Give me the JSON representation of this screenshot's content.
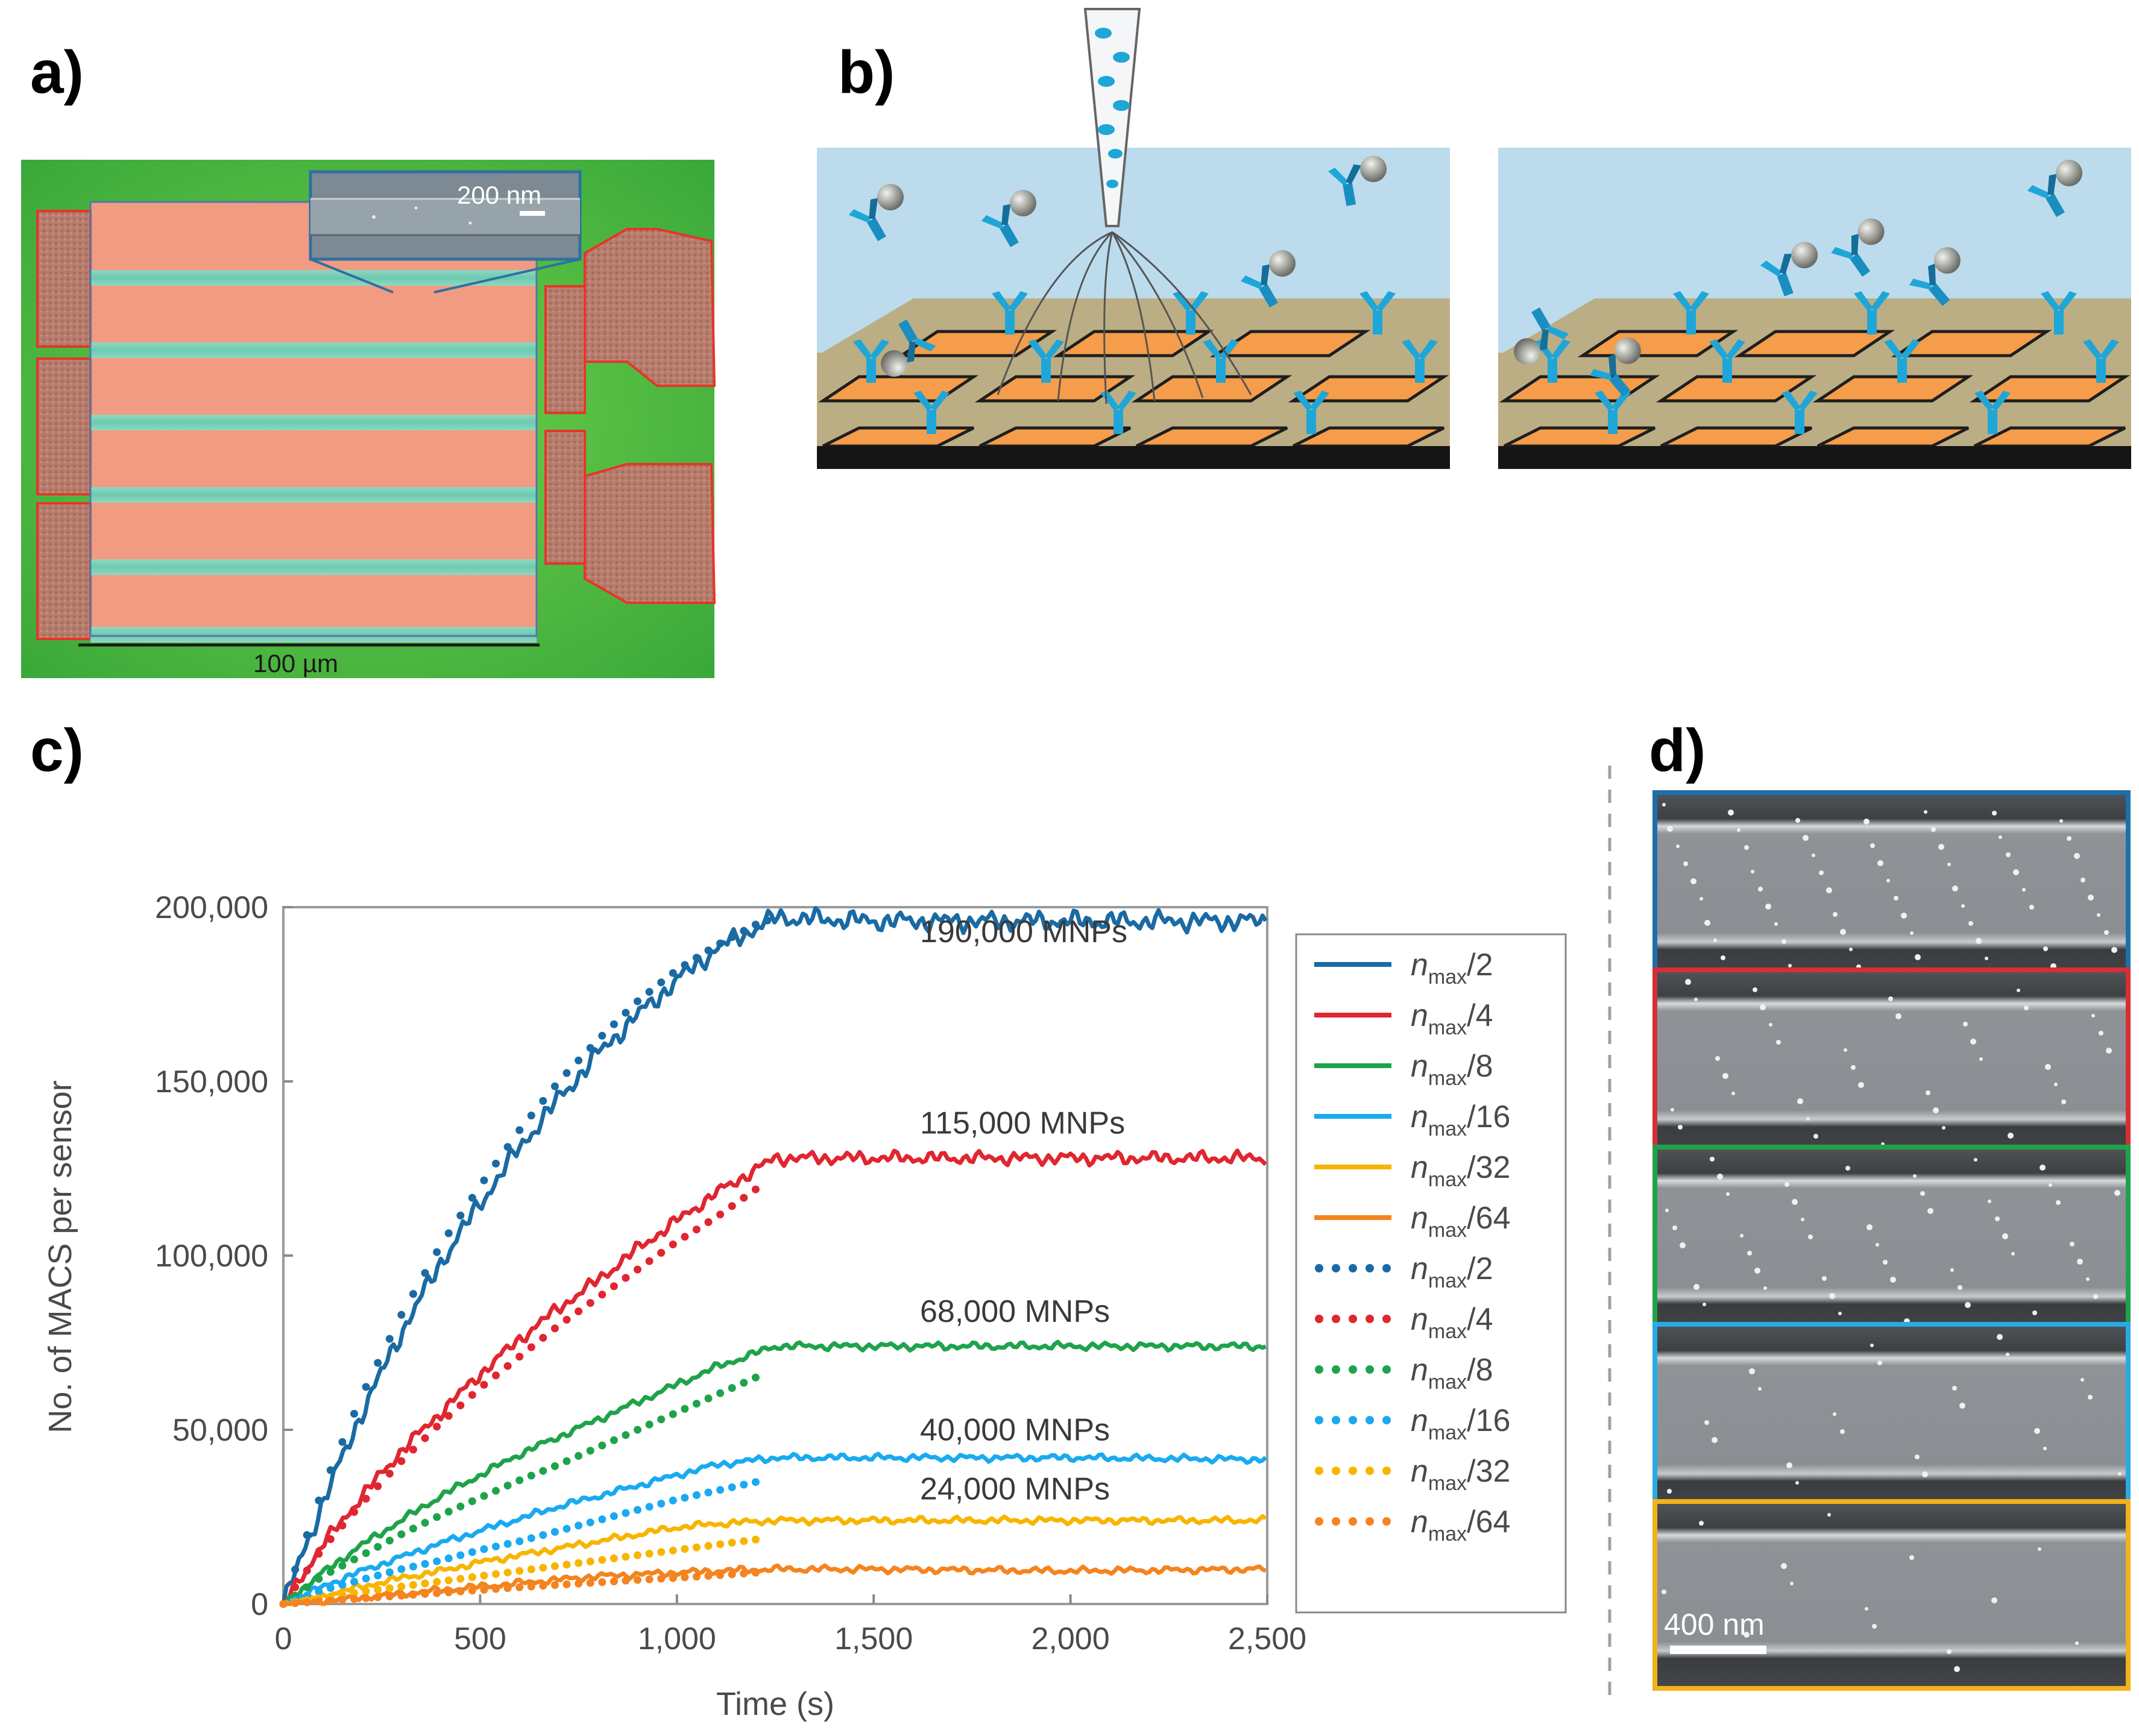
{
  "panels": {
    "a": {
      "label": "a)",
      "inset_scale": "200 nm",
      "scale_bar": "100 µm"
    },
    "b": {
      "label": "b)"
    },
    "c": {
      "label": "c)"
    },
    "d": {
      "label": "d)",
      "scale_bar": "400 nm",
      "frame_colors": [
        "#1f6fa8",
        "#d62f36",
        "#1fa34a",
        "#2aa9e6",
        "#f2b21c"
      ]
    }
  },
  "chart_data": {
    "type": "line",
    "xlabel": "Time (s)",
    "ylabel": "No. of MACS per sensor",
    "xlim": [
      0,
      2500
    ],
    "ylim": [
      0,
      200000
    ],
    "x_ticks": [
      0,
      500,
      1000,
      1500,
      2000,
      2500
    ],
    "x_tick_labels": [
      "0",
      "500",
      "1,000",
      "1,500",
      "2,000",
      "2,500"
    ],
    "y_ticks": [
      0,
      50000,
      100000,
      150000,
      200000
    ],
    "y_tick_labels": [
      "0",
      "50,000",
      "100,000",
      "150,000",
      "200,000"
    ],
    "legend_position": "right",
    "series_solid": [
      {
        "name": "nmax/2",
        "color": "#1a6aa3",
        "x": [
          0,
          100,
          200,
          300,
          400,
          500,
          600,
          700,
          800,
          900,
          1000,
          1100,
          1250,
          1500,
          2000,
          2500
        ],
        "y": [
          0,
          29000,
          55000,
          78000,
          98000,
          115000,
          131000,
          145000,
          158000,
          169000,
          179000,
          188000,
          197000,
          196000,
          196000,
          196000
        ]
      },
      {
        "name": "nmax/4",
        "color": "#e02630",
        "x": [
          0,
          100,
          200,
          300,
          400,
          500,
          600,
          700,
          800,
          900,
          1000,
          1100,
          1250,
          1500,
          2000,
          2500
        ],
        "y": [
          0,
          17000,
          31000,
          44000,
          55000,
          66000,
          76000,
          85000,
          93000,
          102000,
          110000,
          118000,
          128000,
          128000,
          128000,
          128000
        ]
      },
      {
        "name": "nmax/8",
        "color": "#1fa34a",
        "x": [
          0,
          100,
          200,
          300,
          400,
          500,
          600,
          700,
          800,
          900,
          1000,
          1100,
          1250,
          1500,
          2000,
          2500
        ],
        "y": [
          0,
          9000,
          17000,
          24000,
          31000,
          37000,
          43000,
          48000,
          53000,
          58000,
          63000,
          68000,
          74000,
          74000,
          74000,
          74000
        ]
      },
      {
        "name": "nmax/16",
        "color": "#19aaf0",
        "x": [
          0,
          100,
          200,
          300,
          400,
          500,
          600,
          700,
          800,
          900,
          1000,
          1100,
          1250,
          1500,
          2000,
          2500
        ],
        "y": [
          0,
          5000,
          9500,
          13500,
          17500,
          21000,
          24500,
          28000,
          31000,
          34000,
          37000,
          40000,
          42000,
          42000,
          42000,
          41500
        ]
      },
      {
        "name": "nmax/32",
        "color": "#f7b500",
        "x": [
          0,
          100,
          200,
          300,
          400,
          500,
          600,
          700,
          800,
          900,
          1000,
          1100,
          1250,
          1500,
          2000,
          2500
        ],
        "y": [
          0,
          2500,
          5000,
          7500,
          9500,
          12000,
          14000,
          16000,
          18000,
          20000,
          22000,
          23000,
          24000,
          24000,
          24000,
          24000
        ]
      },
      {
        "name": "nmax/64",
        "color": "#f5831f",
        "x": [
          0,
          100,
          200,
          300,
          400,
          500,
          600,
          700,
          800,
          900,
          1000,
          1100,
          1250,
          1500,
          2000,
          2500
        ],
        "y": [
          0,
          1000,
          2000,
          3000,
          4000,
          5000,
          6000,
          7000,
          8000,
          8500,
          9000,
          9500,
          10000,
          10000,
          9500,
          10000
        ]
      }
    ],
    "series_dotted": [
      {
        "name": "nmax/2",
        "color": "#1a6aa3",
        "x": [
          0,
          100,
          200,
          300,
          400,
          500,
          600,
          700,
          800,
          900,
          1000,
          1100,
          1200,
          1250
        ],
        "y": [
          0,
          33000,
          60000,
          83000,
          103000,
          120000,
          136000,
          150000,
          162000,
          173000,
          182000,
          189000,
          195000,
          197000
        ]
      },
      {
        "name": "nmax/4",
        "color": "#e02630",
        "x": [
          0,
          100,
          200,
          300,
          400,
          500,
          600,
          700,
          800,
          900,
          1000,
          1100,
          1200
        ],
        "y": [
          0,
          16000,
          29000,
          41000,
          52000,
          62000,
          71000,
          80000,
          88000,
          96000,
          104000,
          111000,
          119000
        ]
      },
      {
        "name": "nmax/8",
        "color": "#1fa34a",
        "x": [
          0,
          100,
          200,
          300,
          400,
          500,
          600,
          700,
          800,
          900,
          1000,
          1100,
          1200
        ],
        "y": [
          0,
          8000,
          14000,
          20000,
          25500,
          30500,
          35500,
          40000,
          45000,
          50000,
          55000,
          60000,
          65000
        ]
      },
      {
        "name": "nmax/16",
        "color": "#19aaf0",
        "x": [
          0,
          100,
          200,
          300,
          400,
          500,
          600,
          700,
          800,
          900,
          1000,
          1100,
          1200
        ],
        "y": [
          0,
          4000,
          7000,
          10000,
          12500,
          15500,
          18000,
          21000,
          24000,
          27000,
          30000,
          32500,
          35000
        ]
      },
      {
        "name": "nmax/32",
        "color": "#f7b500",
        "x": [
          0,
          100,
          200,
          300,
          400,
          500,
          600,
          700,
          800,
          900,
          1000,
          1100,
          1200
        ],
        "y": [
          0,
          1800,
          3500,
          5000,
          6500,
          8000,
          9500,
          11000,
          12500,
          14000,
          15500,
          17000,
          18500
        ]
      },
      {
        "name": "nmax/64",
        "color": "#f5831f",
        "x": [
          0,
          100,
          200,
          300,
          400,
          500,
          600,
          700,
          800,
          900,
          1000,
          1100,
          1200
        ],
        "y": [
          0,
          800,
          1600,
          2400,
          3200,
          4000,
          4800,
          5500,
          6200,
          6900,
          7500,
          8200,
          9000
        ]
      }
    ],
    "legend": {
      "base": "n",
      "subscript": "max",
      "items": [
        "/2",
        "/4",
        "/8",
        "/16",
        "/32",
        "/64",
        "/2",
        "/4",
        "/8",
        "/16",
        "/32",
        "/64"
      ]
    },
    "annotations": [
      {
        "text": "190,000 MNPs",
        "x": 1250,
        "y": 190000
      },
      {
        "text": "115,000 MNPs",
        "x": 1250,
        "y": 135000
      },
      {
        "text": "68,000 MNPs",
        "x": 1250,
        "y": 81000
      },
      {
        "text": "40,000 MNPs",
        "x": 1250,
        "y": 47000
      },
      {
        "text": "24,000 MNPs",
        "x": 1250,
        "y": 30000
      }
    ]
  }
}
